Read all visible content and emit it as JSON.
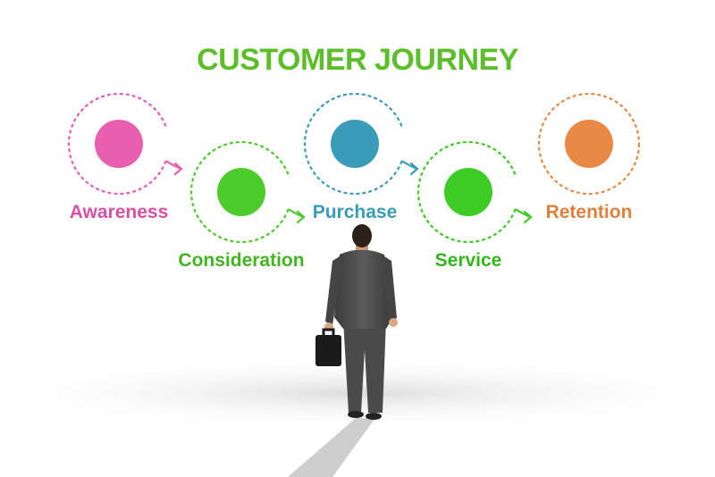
{
  "title": "CUSTOMER JOURNEY",
  "title_color": "#5cbf2a",
  "stages": [
    {
      "label": "Awareness",
      "color": "#e85fb0",
      "label_color": "#d84fa8"
    },
    {
      "label": "Consideration",
      "color": "#4ccc2a",
      "label_color": "#3fb51f"
    },
    {
      "label": "Purchase",
      "color": "#3a9cb8",
      "label_color": "#3a9cb8"
    },
    {
      "label": "Service",
      "color": "#3ccc24",
      "label_color": "#33b51c"
    },
    {
      "label": "Retention",
      "color": "#e88a46",
      "label_color": "#e0803a"
    }
  ]
}
